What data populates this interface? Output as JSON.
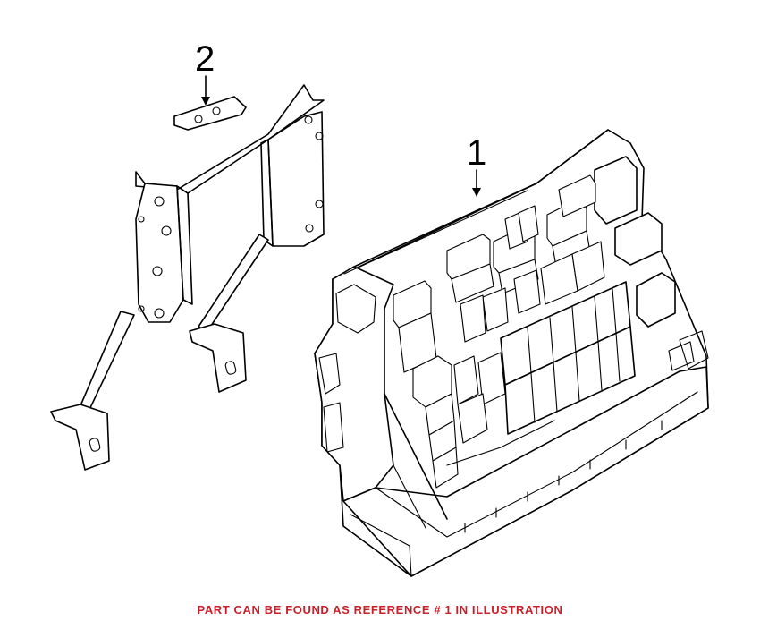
{
  "callouts": {
    "bracket_ref": "2",
    "module_ref": "1"
  },
  "footnote": "PART CAN BE FOUND AS REFERENCE # 1 IN ILLUSTRATION",
  "colors": {
    "footnote": "#c8202a",
    "line": "#000000",
    "background": "#ffffff"
  }
}
